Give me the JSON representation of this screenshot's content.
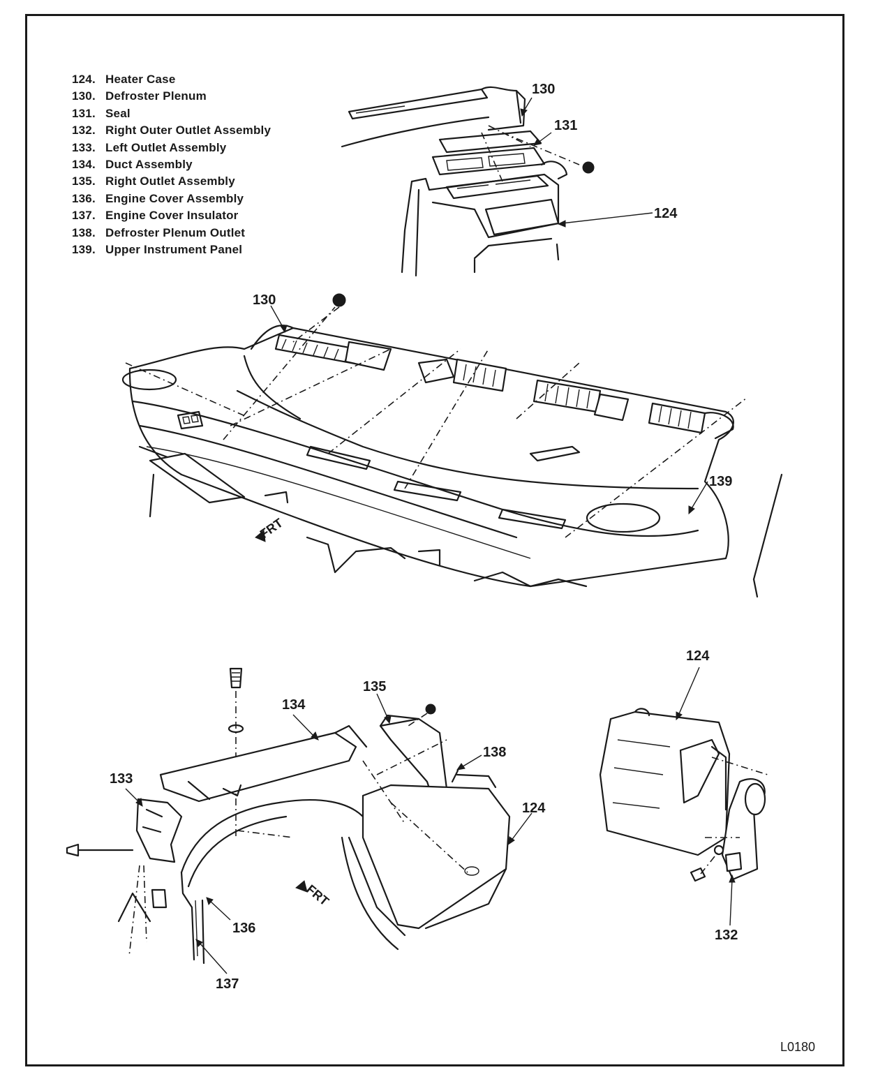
{
  "legend": [
    {
      "num": "124.",
      "name": "Heater Case"
    },
    {
      "num": "130.",
      "name": "Defroster Plenum"
    },
    {
      "num": "131.",
      "name": "Seal"
    },
    {
      "num": "132.",
      "name": "Right Outer Outlet Assembly"
    },
    {
      "num": "133.",
      "name": "Left Outlet Assembly"
    },
    {
      "num": "134.",
      "name": "Duct Assembly"
    },
    {
      "num": "135.",
      "name": "Right Outlet Assembly"
    },
    {
      "num": "136.",
      "name": "Engine Cover Assembly"
    },
    {
      "num": "137.",
      "name": "Engine Cover Insulator"
    },
    {
      "num": "138.",
      "name": "Defroster Plenum Outlet"
    },
    {
      "num": "139.",
      "name": "Upper Instrument Panel"
    }
  ],
  "callouts": {
    "top_130": "130",
    "top_131": "131",
    "top_124": "124",
    "mid_130": "130",
    "mid_139": "139",
    "bot_133": "133",
    "bot_134": "134",
    "bot_135": "135",
    "bot_138": "138",
    "bot_124": "124",
    "bot_136": "136",
    "bot_137": "137",
    "right_124": "124",
    "right_132": "132"
  },
  "frt_label": "FRT",
  "figure_code": "L0180",
  "colors": {
    "ink": "#1a1a1a",
    "paper": "#ffffff"
  }
}
